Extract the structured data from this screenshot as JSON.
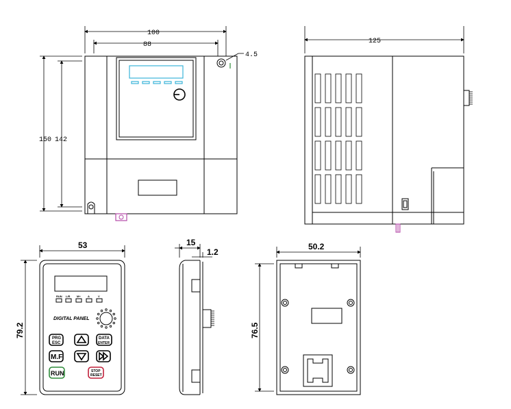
{
  "front_view": {
    "width_outer": "100",
    "width_inner": "88",
    "height_outer": "150",
    "height_inner": "142",
    "hole_dia": "4.5"
  },
  "side_view": {
    "depth": "125"
  },
  "panel_front": {
    "width": "53",
    "height": "79.2",
    "brand": "DIGITAL PANEL",
    "indicators": [
      "RUN",
      "L/R",
      "M+",
      "A",
      "V"
    ],
    "keys": {
      "prg": "PRG",
      "esc": "ESC",
      "data": "DATA",
      "enter": "ENTER",
      "mf": "M.F",
      "run": "RUN",
      "stop": "STOP",
      "reset": "RESET"
    },
    "colors": {
      "run_key": "#2e8b3a",
      "stop_key": "#c0203a",
      "lcd": "#39b4d8"
    }
  },
  "panel_side": {
    "depth": "15",
    "step": "1.2"
  },
  "panel_back": {
    "width": "50.2",
    "height": "76.5"
  }
}
